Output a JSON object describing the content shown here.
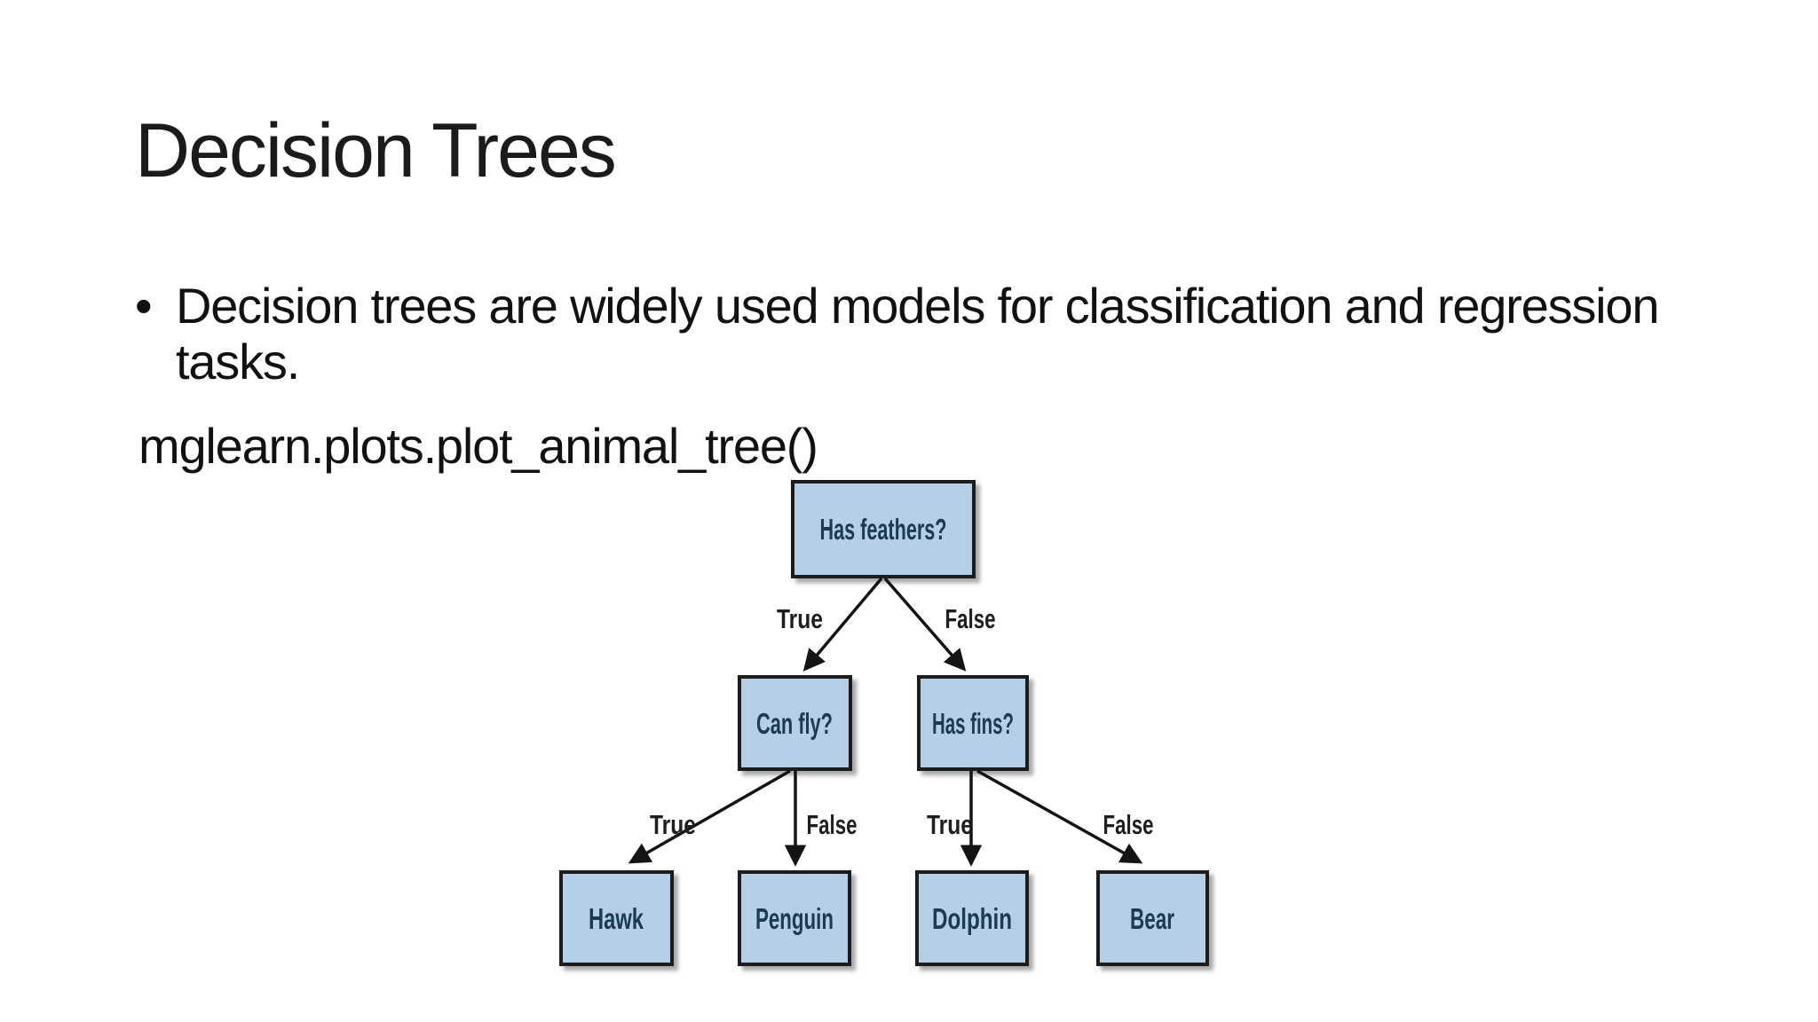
{
  "slide": {
    "title": "Decision Trees",
    "bullet_glyph": "•",
    "bullet_text": "Decision trees are widely used models for classification and regression tasks.",
    "code_line": "mglearn.plots.plot_animal_tree()"
  },
  "diagram": {
    "nodes": {
      "root": {
        "label": "Has feathers?"
      },
      "can_fly": {
        "label": "Can fly?"
      },
      "has_fins": {
        "label": "Has fins?"
      },
      "hawk": {
        "label": "Hawk"
      },
      "penguin": {
        "label": "Penguin"
      },
      "dolphin": {
        "label": "Dolphin"
      },
      "bear": {
        "label": "Bear"
      }
    },
    "edges": [
      {
        "from": "root",
        "to": "can_fly",
        "label": "True"
      },
      {
        "from": "root",
        "to": "has_fins",
        "label": "False"
      },
      {
        "from": "can_fly",
        "to": "hawk",
        "label": "True"
      },
      {
        "from": "can_fly",
        "to": "penguin",
        "label": "False"
      },
      {
        "from": "has_fins",
        "to": "dolphin",
        "label": "True"
      },
      {
        "from": "has_fins",
        "to": "bear",
        "label": "False"
      }
    ],
    "colors": {
      "node_fill": "#b5d0e6",
      "node_border": "#1a1a1a",
      "node_text": "#1c3a52",
      "edge_line": "#141414",
      "edge_label_text": "#1e1e1e"
    }
  }
}
